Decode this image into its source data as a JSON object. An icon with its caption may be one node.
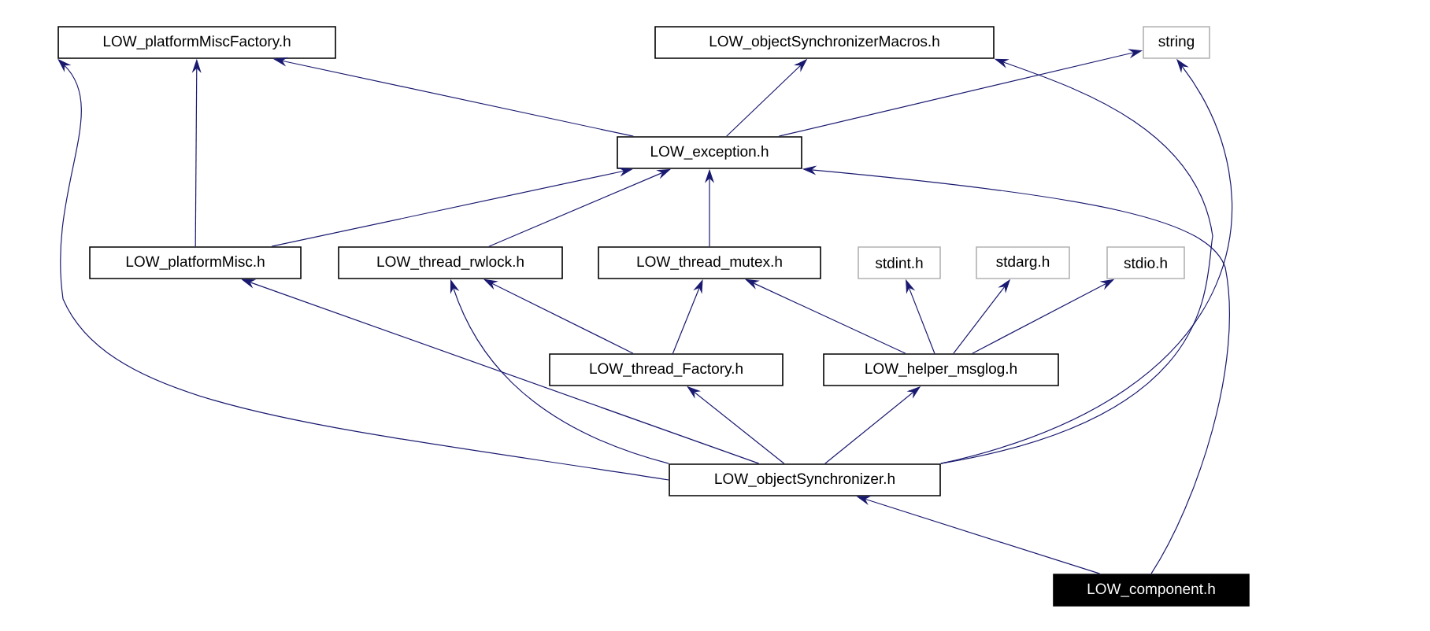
{
  "diagram": {
    "nodes": [
      {
        "text": [
          "LOW_platformMiscFactory.h"
        ]
      },
      {
        "text": [
          "LOW_objectSynchronizerMacros.h"
        ]
      },
      {
        "text": [
          "string"
        ]
      },
      {
        "text": [
          "LOW_exception.h"
        ]
      },
      {
        "text": [
          "LOW_platformMisc.h"
        ]
      },
      {
        "text": [
          "LOW_thread_rwlock.h"
        ]
      },
      {
        "text": [
          "LOW_thread_mutex.h"
        ]
      },
      {
        "text": [
          "stdint.h"
        ]
      },
      {
        "text": [
          "stdarg.h"
        ]
      },
      {
        "text": [
          "stdio.h"
        ]
      },
      {
        "text": [
          "LOW_thread_Factory.h"
        ]
      },
      {
        "text": [
          "LOW_helper_msglog.h"
        ]
      },
      {
        "text": [
          "LOW_objectSynchronizer.h"
        ]
      },
      {
        "text": [
          "LOW_component.h"
        ]
      }
    ],
    "edges": [
      {
        "from": 3,
        "to": 0,
        "arrow": "to"
      },
      {
        "from": 3,
        "to": 1,
        "arrow": "to"
      },
      {
        "from": 3,
        "to": 2,
        "arrow": "to"
      },
      {
        "from": 4,
        "to": 0,
        "arrow": "to"
      },
      {
        "from": 4,
        "to": 3,
        "arrow": "to"
      },
      {
        "from": 5,
        "to": 3,
        "arrow": "to"
      },
      {
        "from": 6,
        "to": 3,
        "arrow": "to"
      },
      {
        "from": 10,
        "to": 5,
        "arrow": "to"
      },
      {
        "from": 10,
        "to": 6,
        "arrow": "to"
      },
      {
        "from": 11,
        "to": 6,
        "arrow": "to"
      },
      {
        "from": 11,
        "to": 7,
        "arrow": "to"
      },
      {
        "from": 11,
        "to": 8,
        "arrow": "to"
      },
      {
        "from": 11,
        "to": 9,
        "arrow": "to"
      },
      {
        "from": 12,
        "to": 0,
        "arrow": "to"
      },
      {
        "from": 12,
        "to": 4,
        "arrow": "to"
      },
      {
        "from": 12,
        "to": 5,
        "arrow": "to"
      },
      {
        "from": 12,
        "to": 10,
        "arrow": "to"
      },
      {
        "from": 12,
        "to": 11,
        "arrow": "to"
      },
      {
        "from": 12,
        "to": 1,
        "arrow": "to"
      },
      {
        "from": 12,
        "to": 2,
        "arrow": "to"
      },
      {
        "from": 13,
        "to": 12,
        "arrow": "to"
      },
      {
        "from": 13,
        "to": 3,
        "arrow": "to"
      }
    ]
  }
}
